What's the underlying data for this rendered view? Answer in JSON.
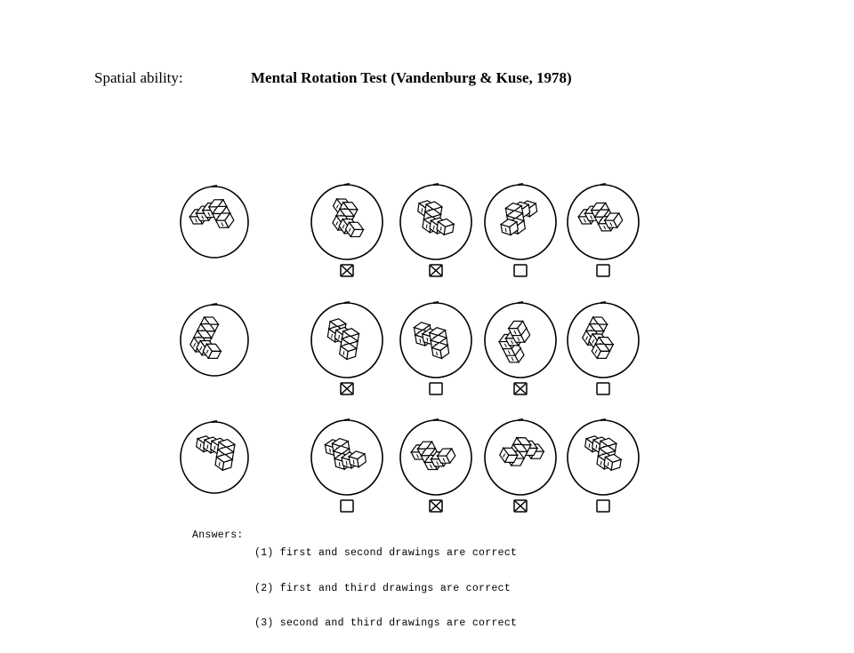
{
  "heading": {
    "label": "Spatial ability:",
    "title": "Mental Rotation Test (Vandenburg & Kuse, 1978)"
  },
  "items": [
    {
      "checked": [
        true,
        true,
        false,
        false
      ]
    },
    {
      "checked": [
        true,
        false,
        true,
        false
      ]
    },
    {
      "checked": [
        false,
        true,
        true,
        false
      ]
    }
  ],
  "answers": {
    "label": "Answers:",
    "lines": [
      "(1) first and second drawings are correct",
      "(2) first and third drawings are correct",
      "(3) second and third drawings are correct"
    ]
  }
}
